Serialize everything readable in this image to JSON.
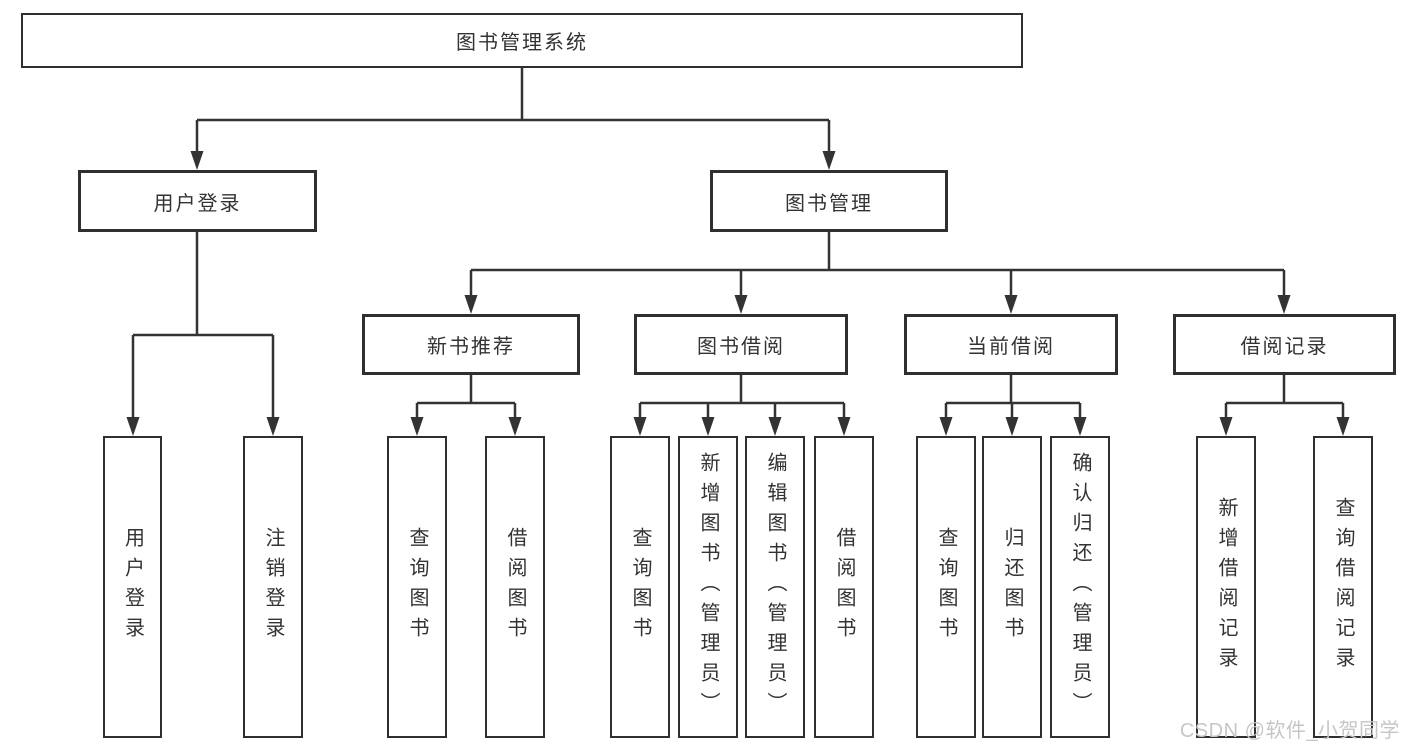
{
  "diagram": {
    "root": {
      "label": "图书管理系统",
      "children": [
        {
          "label": "用户登录",
          "children": [
            {
              "label": "用户登录"
            },
            {
              "label": "注销登录"
            }
          ]
        },
        {
          "label": "图书管理",
          "children": [
            {
              "label": "新书推荐",
              "children": [
                {
                  "label": "查询图书"
                },
                {
                  "label": "借阅图书"
                }
              ]
            },
            {
              "label": "图书借阅",
              "children": [
                {
                  "label": "查询图书"
                },
                {
                  "label": "新增图书（管理员）"
                },
                {
                  "label": "编辑图书（管理员）"
                },
                {
                  "label": "借阅图书"
                }
              ]
            },
            {
              "label": "当前借阅",
              "children": [
                {
                  "label": "查询图书"
                },
                {
                  "label": "归还图书"
                },
                {
                  "label": "确认归还（管理员）"
                }
              ]
            },
            {
              "label": "借阅记录",
              "children": [
                {
                  "label": "新增借阅记录"
                },
                {
                  "label": "查询借阅记录"
                }
              ]
            }
          ]
        }
      ]
    }
  },
  "watermark": {
    "text": "CSDN @软件_小贺同学"
  }
}
